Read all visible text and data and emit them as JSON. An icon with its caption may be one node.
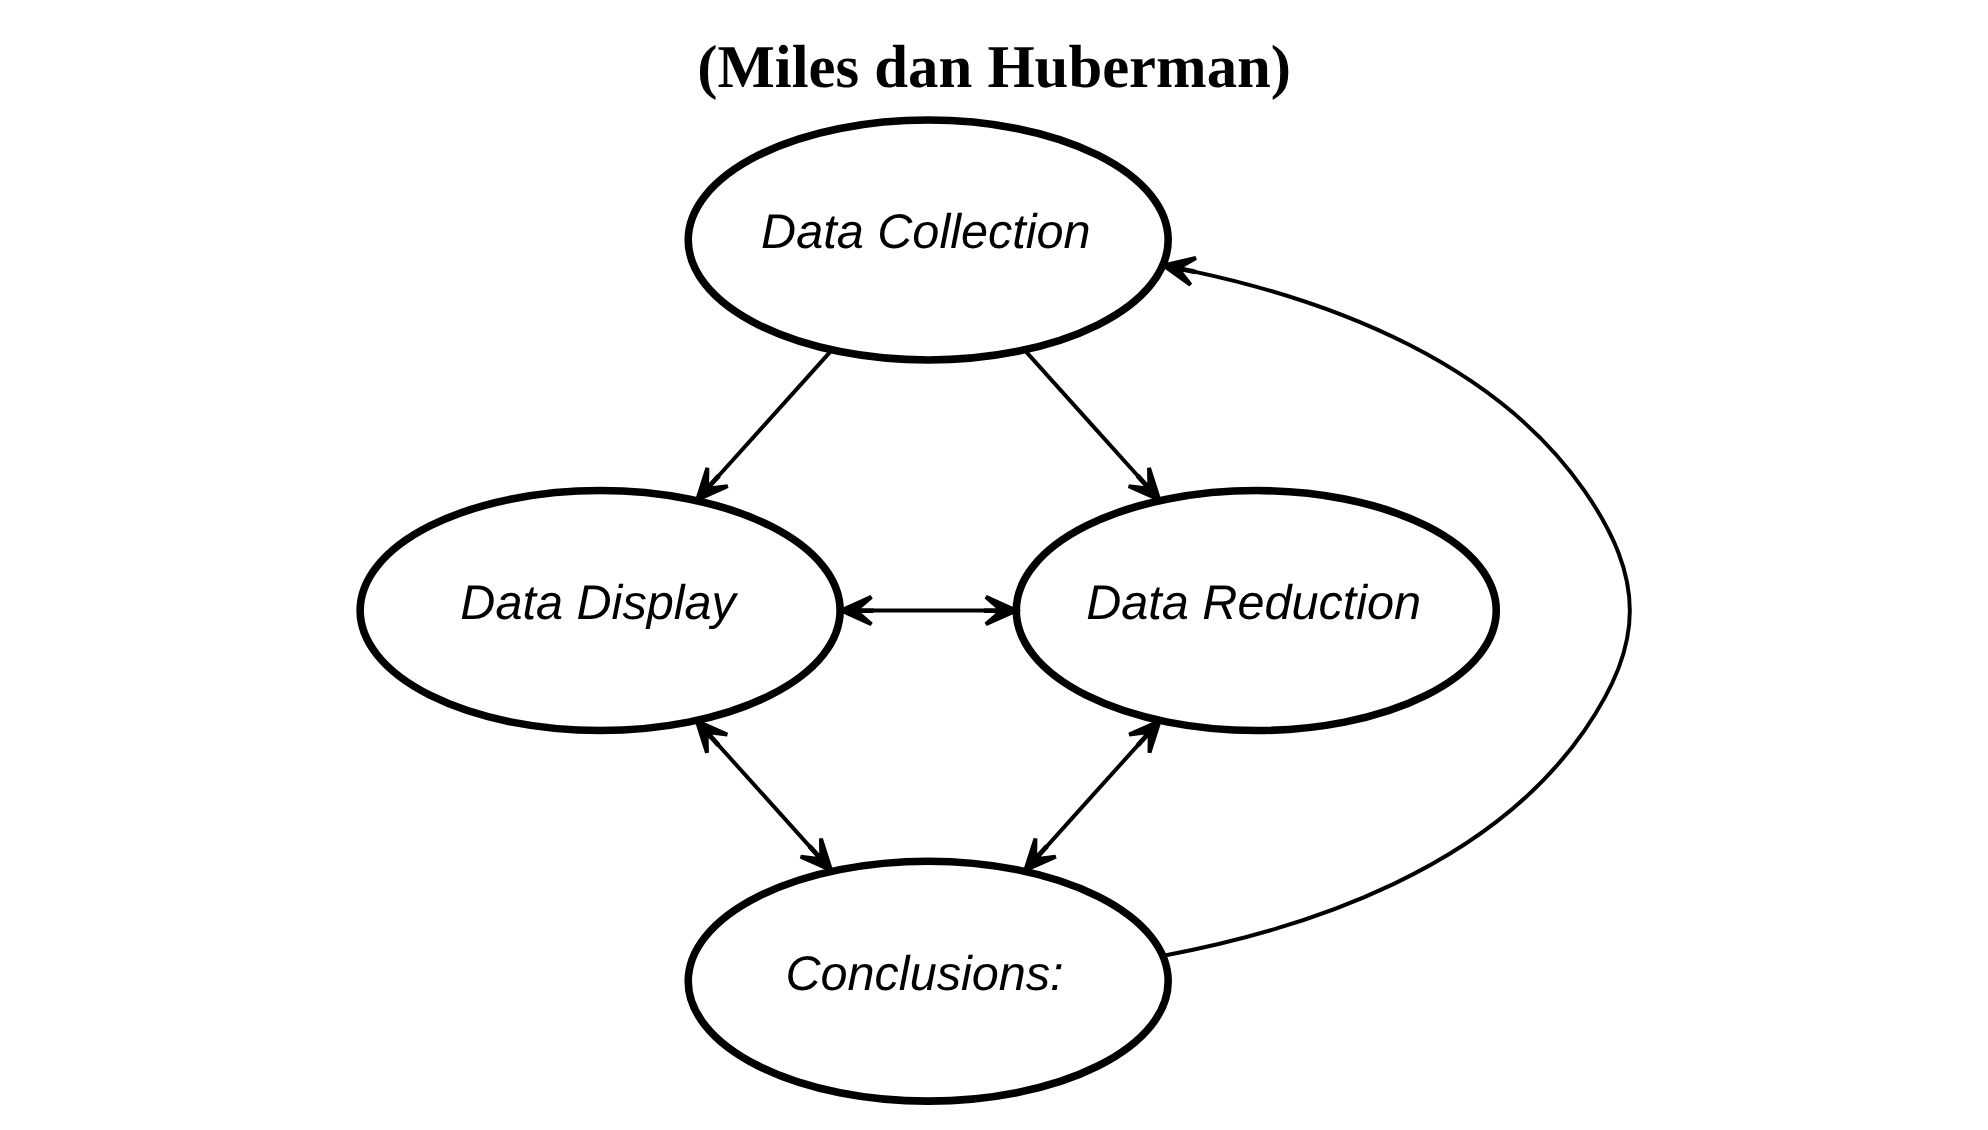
{
  "diagram": {
    "title": "(Miles dan Huberman)",
    "nodes": [
      {
        "text": [
          "Data Collection"
        ]
      },
      {
        "text": [
          "Data Display"
        ]
      },
      {
        "text": [
          "Data Reduction"
        ]
      },
      {
        "text": [
          "Conclusions:"
        ]
      }
    ],
    "edges": [
      {
        "from": 0,
        "to": 1,
        "arrow": "to"
      },
      {
        "from": 0,
        "to": 2,
        "arrow": "to"
      },
      {
        "from": 1,
        "to": 2,
        "arrow": "both"
      },
      {
        "from": 1,
        "to": 3,
        "arrow": "both"
      },
      {
        "from": 2,
        "to": 3,
        "arrow": "both"
      },
      {
        "from": 3,
        "to": 0,
        "arrow": "to"
      }
    ]
  }
}
